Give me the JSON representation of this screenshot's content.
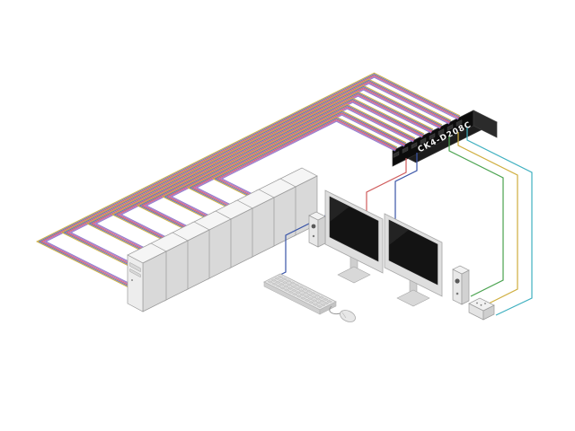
{
  "diagram": {
    "type": "isometric-kvm-connection-diagram",
    "kvm_switch": {
      "label": "CK4-D208C",
      "port_count": 8,
      "body_color": "#141414"
    },
    "computers": {
      "count": 8
    },
    "cable_strand_colors": [
      "#8d7ccc",
      "#bf6ab2",
      "#d05c5c",
      "#5b74c6",
      "#cfae3e"
    ],
    "peripheral_cables": {
      "red": "#d05c5c",
      "blue": "#3a55a8",
      "green": "#49a24e",
      "yellow": "#cfae3e",
      "cyan": "#3fb0c0"
    },
    "components": [
      {
        "name": "computer-tower",
        "count": 8
      },
      {
        "name": "kvm-switch",
        "count": 1
      },
      {
        "name": "monitor",
        "count": 2
      },
      {
        "name": "speaker",
        "count": 2
      },
      {
        "name": "keyboard",
        "count": 1
      },
      {
        "name": "mouse",
        "count": 1
      },
      {
        "name": "phone",
        "count": 1
      }
    ]
  }
}
